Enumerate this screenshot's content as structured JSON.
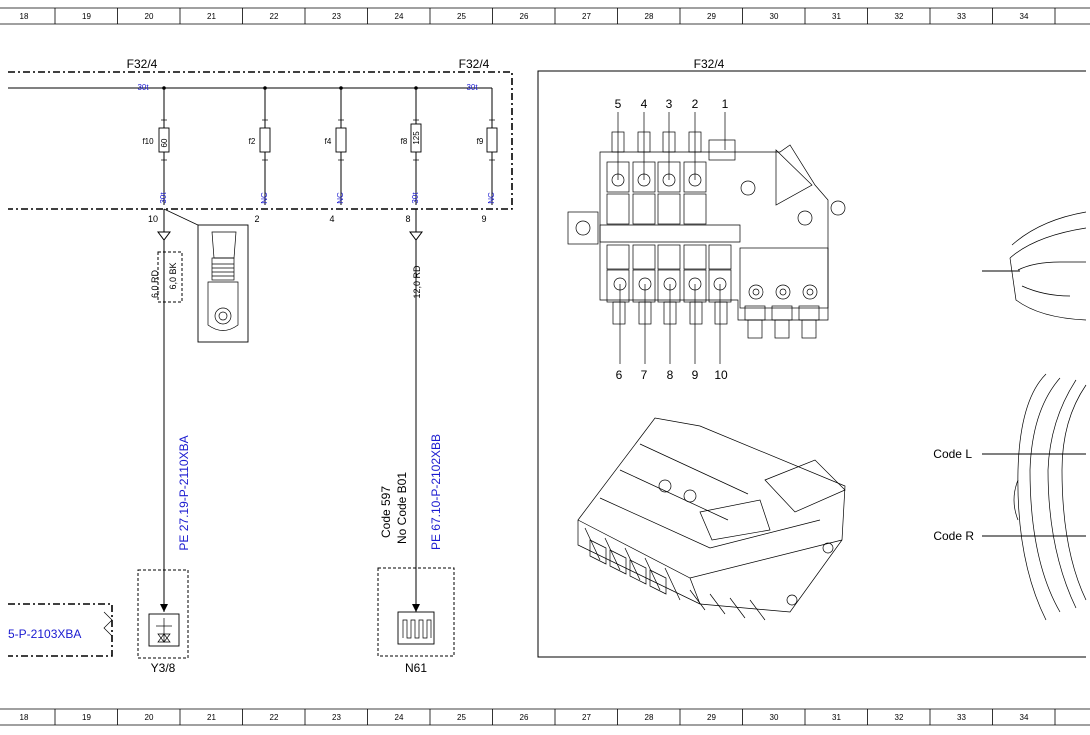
{
  "ruler": [
    "18",
    "19",
    "20",
    "21",
    "22",
    "23",
    "24",
    "25",
    "26",
    "27",
    "28",
    "29",
    "30",
    "31",
    "32",
    "33",
    "34"
  ],
  "schematic": {
    "box_label_left": "F32/4",
    "box_label_right": "F32/4",
    "bus_label_a": "30t",
    "bus_label_b": "30t",
    "fuses": [
      {
        "name": "f10",
        "rating": "60",
        "term": "30t",
        "pin": "10"
      },
      {
        "name": "f2",
        "rating": "",
        "term": "NC",
        "pin": "2"
      },
      {
        "name": "f4",
        "rating": "",
        "term": "NC",
        "pin": "4"
      },
      {
        "name": "f8",
        "rating": "125",
        "term": "30t",
        "pin": "8"
      },
      {
        "name": "f9",
        "rating": "",
        "term": "NC",
        "pin": "9"
      }
    ],
    "wire_left_a": "6,0 RD",
    "wire_left_b": "6,0 BK",
    "wire_mid": "12,0 RD",
    "ref_left": "PE 27.19-P-2110XBA",
    "ref_mid": "PE 67.10-P-2102XBB",
    "code_a": "Code 597",
    "code_b": "No Code B01",
    "ref_far_left": "5-P-2103XBA",
    "comp_left": "Y3/8",
    "comp_mid": "N61"
  },
  "panel": {
    "title": "F32/4",
    "top_pins": [
      "5",
      "4",
      "3",
      "2",
      "1"
    ],
    "bottom_pins": [
      "6",
      "7",
      "8",
      "9",
      "10"
    ],
    "code_l": "Code L",
    "code_r": "Code R"
  }
}
